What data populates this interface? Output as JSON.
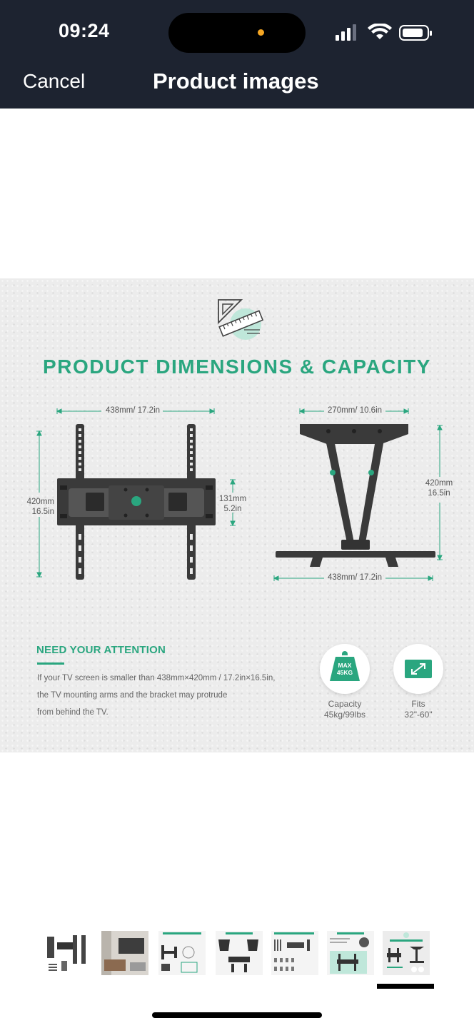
{
  "status_bar": {
    "time": "09:24"
  },
  "header": {
    "cancel_label": "Cancel",
    "title": "Product images"
  },
  "product_image": {
    "title": "PRODUCT DIMENSIONS & CAPACITY",
    "front_view": {
      "width_label": "438mm/ 17.2in",
      "height_label_mm": "420mm",
      "height_label_in": "16.5in",
      "bracket_height_mm": "131mm",
      "bracket_height_in": "5.2in"
    },
    "side_view": {
      "top_width_label": "270mm/ 10.6in",
      "height_label_mm": "420mm",
      "height_label_in": "16.5in",
      "bottom_width_label": "438mm/ 17.2in"
    },
    "attention": {
      "title": "NEED YOUR ATTENTION",
      "line1": "If your TV screen is smaller than 438mm×420mm / 17.2in×16.5in,",
      "line2": "the TV mounting arms and the bracket may protrude",
      "line3": "from behind the TV."
    },
    "capacity_badge": {
      "icon_text_line1": "MAX",
      "icon_text_line2": "45KG",
      "caption_line1": "Capacity",
      "caption_line2": "45kg/99lbs"
    },
    "fits_badge": {
      "caption_line1": "Fits",
      "caption_line2": "32\"-60\""
    }
  },
  "thumbnails": {
    "count": 7,
    "selected_index": 6
  },
  "colors": {
    "header_bg": "#1d2330",
    "accent_green": "#2aa67f",
    "mount_gray": "#3a3a3a"
  }
}
